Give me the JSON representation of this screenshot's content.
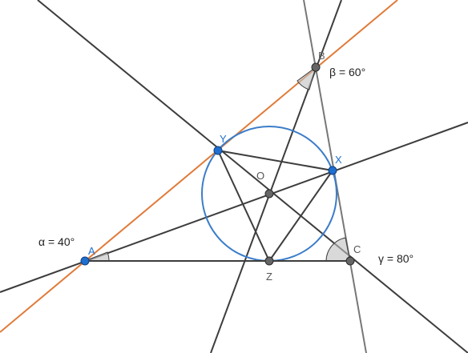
{
  "angles": {
    "alpha": "α = 40°",
    "beta": "β = 60°",
    "gamma": "γ = 80°"
  },
  "points": {
    "A": "A",
    "B": "B",
    "C": "C",
    "X": "X",
    "Y": "Y",
    "Z": "Z",
    "O": "O"
  },
  "colors": {
    "line_dark": "#3d3d3d",
    "line_grey": "#777777",
    "line_orange": "#e07b39",
    "circle_blue": "#3b7dc9",
    "point_blue": "#1f6fcf",
    "point_grey": "#666666",
    "angle_fill": "#bfbfbf"
  }
}
